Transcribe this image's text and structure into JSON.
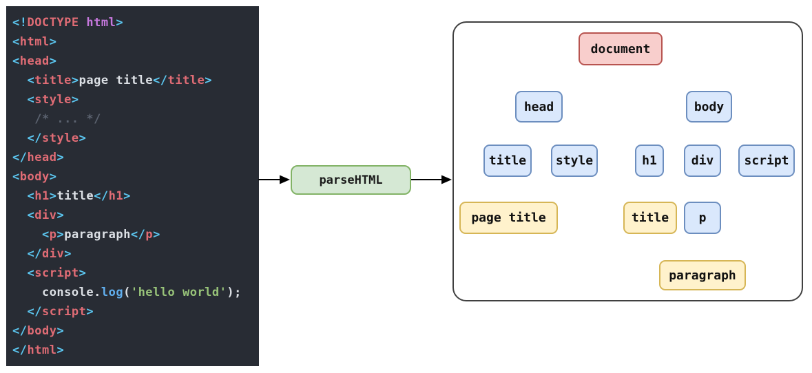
{
  "code_panel": {
    "lines": [
      [
        {
          "t": "<!",
          "c": "punct"
        },
        {
          "t": "DOCTYPE",
          "c": "tag"
        },
        {
          "t": " ",
          "c": "text"
        },
        {
          "t": "html",
          "c": "keyword"
        },
        {
          "t": ">",
          "c": "punct"
        }
      ],
      [
        {
          "t": "<",
          "c": "punct"
        },
        {
          "t": "html",
          "c": "tag"
        },
        {
          "t": ">",
          "c": "punct"
        }
      ],
      [
        {
          "t": "<",
          "c": "punct"
        },
        {
          "t": "head",
          "c": "tag"
        },
        {
          "t": ">",
          "c": "punct"
        }
      ],
      [
        {
          "t": "  ",
          "c": "text"
        },
        {
          "t": "<",
          "c": "punct"
        },
        {
          "t": "title",
          "c": "tag"
        },
        {
          "t": ">",
          "c": "punct"
        },
        {
          "t": "page title",
          "c": "text"
        },
        {
          "t": "</",
          "c": "punct"
        },
        {
          "t": "title",
          "c": "tag"
        },
        {
          "t": ">",
          "c": "punct"
        }
      ],
      [
        {
          "t": "  ",
          "c": "text"
        },
        {
          "t": "<",
          "c": "punct"
        },
        {
          "t": "style",
          "c": "tag"
        },
        {
          "t": ">",
          "c": "punct"
        }
      ],
      [
        {
          "t": "   /* ... */",
          "c": "comment"
        }
      ],
      [
        {
          "t": "  ",
          "c": "text"
        },
        {
          "t": "</",
          "c": "punct"
        },
        {
          "t": "style",
          "c": "tag"
        },
        {
          "t": ">",
          "c": "punct"
        }
      ],
      [
        {
          "t": "</",
          "c": "punct"
        },
        {
          "t": "head",
          "c": "tag"
        },
        {
          "t": ">",
          "c": "punct"
        }
      ],
      [
        {
          "t": "<",
          "c": "punct"
        },
        {
          "t": "body",
          "c": "tag"
        },
        {
          "t": ">",
          "c": "punct"
        }
      ],
      [
        {
          "t": "  ",
          "c": "text"
        },
        {
          "t": "<",
          "c": "punct"
        },
        {
          "t": "h1",
          "c": "tag"
        },
        {
          "t": ">",
          "c": "punct"
        },
        {
          "t": "title",
          "c": "text"
        },
        {
          "t": "</",
          "c": "punct"
        },
        {
          "t": "h1",
          "c": "tag"
        },
        {
          "t": ">",
          "c": "punct"
        }
      ],
      [
        {
          "t": "  ",
          "c": "text"
        },
        {
          "t": "<",
          "c": "punct"
        },
        {
          "t": "div",
          "c": "tag"
        },
        {
          "t": ">",
          "c": "punct"
        }
      ],
      [
        {
          "t": "    ",
          "c": "text"
        },
        {
          "t": "<",
          "c": "punct"
        },
        {
          "t": "p",
          "c": "tag"
        },
        {
          "t": ">",
          "c": "punct"
        },
        {
          "t": "paragraph",
          "c": "text"
        },
        {
          "t": "</",
          "c": "punct"
        },
        {
          "t": "p",
          "c": "tag"
        },
        {
          "t": ">",
          "c": "punct"
        }
      ],
      [
        {
          "t": "  ",
          "c": "text"
        },
        {
          "t": "</",
          "c": "punct"
        },
        {
          "t": "div",
          "c": "tag"
        },
        {
          "t": ">",
          "c": "punct"
        }
      ],
      [
        {
          "t": "  ",
          "c": "text"
        },
        {
          "t": "<",
          "c": "punct"
        },
        {
          "t": "script",
          "c": "tag"
        },
        {
          "t": ">",
          "c": "punct"
        }
      ],
      [
        {
          "t": "    ",
          "c": "text"
        },
        {
          "t": "console",
          "c": "text"
        },
        {
          "t": ".",
          "c": "text"
        },
        {
          "t": "log",
          "c": "func"
        },
        {
          "t": "(",
          "c": "text"
        },
        {
          "t": "'hello world'",
          "c": "string"
        },
        {
          "t": ")",
          "c": "text"
        },
        {
          "t": ";",
          "c": "text"
        }
      ],
      [
        {
          "t": "  ",
          "c": "text"
        },
        {
          "t": "</",
          "c": "punct"
        },
        {
          "t": "script",
          "c": "tag"
        },
        {
          "t": ">",
          "c": "punct"
        }
      ],
      [
        {
          "t": "</",
          "c": "punct"
        },
        {
          "t": "body",
          "c": "tag"
        },
        {
          "t": ">",
          "c": "punct"
        }
      ],
      [
        {
          "t": "</",
          "c": "punct"
        },
        {
          "t": "html",
          "c": "tag"
        },
        {
          "t": ">",
          "c": "punct"
        }
      ]
    ]
  },
  "parser": {
    "label": "parseHTML"
  },
  "tree": {
    "nodes": [
      {
        "label": "document",
        "kind": "root"
      },
      {
        "label": "head",
        "kind": "element"
      },
      {
        "label": "body",
        "kind": "element"
      },
      {
        "label": "title",
        "kind": "element"
      },
      {
        "label": "style",
        "kind": "element"
      },
      {
        "label": "h1",
        "kind": "element"
      },
      {
        "label": "div",
        "kind": "element"
      },
      {
        "label": "script",
        "kind": "element"
      },
      {
        "label": "page title",
        "kind": "text"
      },
      {
        "label": "title",
        "kind": "text"
      },
      {
        "label": "p",
        "kind": "element"
      },
      {
        "label": "paragraph",
        "kind": "text"
      }
    ],
    "edges": [
      [
        "document",
        "head"
      ],
      [
        "document",
        "body"
      ],
      [
        "head",
        "title"
      ],
      [
        "head",
        "style"
      ],
      [
        "body",
        "h1"
      ],
      [
        "body",
        "div"
      ],
      [
        "body",
        "script"
      ],
      [
        "title",
        "page title"
      ],
      [
        "h1",
        "title"
      ],
      [
        "div",
        "p"
      ],
      [
        "p",
        "paragraph"
      ]
    ]
  },
  "colors": {
    "code_bg": "#282c34",
    "syntax": {
      "tag": "#e06c75",
      "punct": "#5cc8f2",
      "keyword": "#c678dd",
      "text": "#dce0e5",
      "string": "#98c379",
      "func": "#61afef",
      "comment": "#5c6370"
    },
    "node_root_fill": "#f8cecc",
    "node_root_border": "#b85450",
    "node_element_fill": "#dae8fc",
    "node_element_border": "#6c8ebf",
    "node_text_fill": "#fff2cc",
    "node_text_border": "#d6b656",
    "parser_fill": "#d5e8d4",
    "parser_border": "#82b366"
  }
}
